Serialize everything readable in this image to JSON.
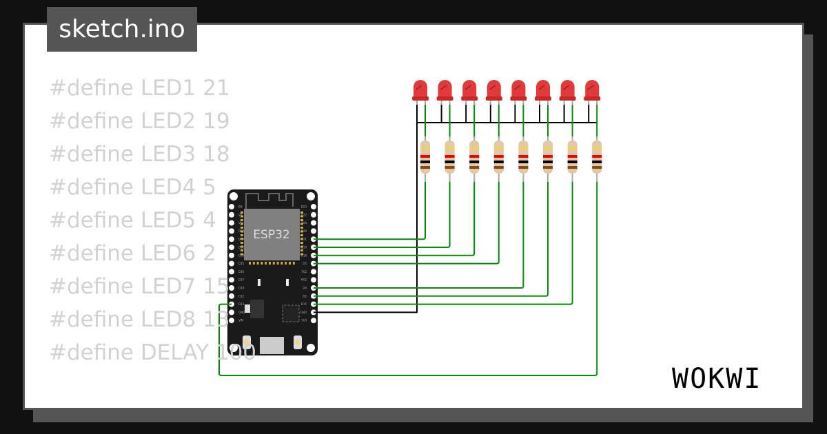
{
  "tab": {
    "filename": "sketch.ino"
  },
  "code_lines": [
    "#define LED1 21",
    "#define LED2 19",
    "#define LED3 18",
    "#define LED4 5",
    "#define LED5 4",
    "#define LED6 2",
    "#define LED7 15",
    "#define LED8 13",
    "#define DELAY 100"
  ],
  "board": {
    "label": "ESP32",
    "left_pins": [
      "EN",
      "VP",
      "VN",
      "D34",
      "D35",
      "D32",
      "D33",
      "D25",
      "D26",
      "D27",
      "D14",
      "D12",
      "D13",
      "GND",
      "VIN"
    ],
    "right_pins": [
      "D23",
      "D22",
      "TX0",
      "RX0",
      "D21",
      "D19",
      "D18",
      "D5",
      "TX2",
      "RX2",
      "D4",
      "D2",
      "D15",
      "GND",
      "3V3"
    ]
  },
  "leds": [
    {
      "name": "LED1",
      "pin": "D21"
    },
    {
      "name": "LED2",
      "pin": "D19"
    },
    {
      "name": "LED3",
      "pin": "D18"
    },
    {
      "name": "LED4",
      "pin": "D5"
    },
    {
      "name": "LED5",
      "pin": "D4"
    },
    {
      "name": "LED6",
      "pin": "D2"
    },
    {
      "name": "LED7",
      "pin": "D15"
    },
    {
      "name": "LED8",
      "pin": "D13"
    }
  ],
  "colors": {
    "led": "#e03a3a",
    "wire_signal": "#0a8a0a",
    "wire_ground": "#000000",
    "board": "#1a1a1a",
    "chip": "#808080"
  },
  "brand": {
    "logo": "WOKWI"
  }
}
